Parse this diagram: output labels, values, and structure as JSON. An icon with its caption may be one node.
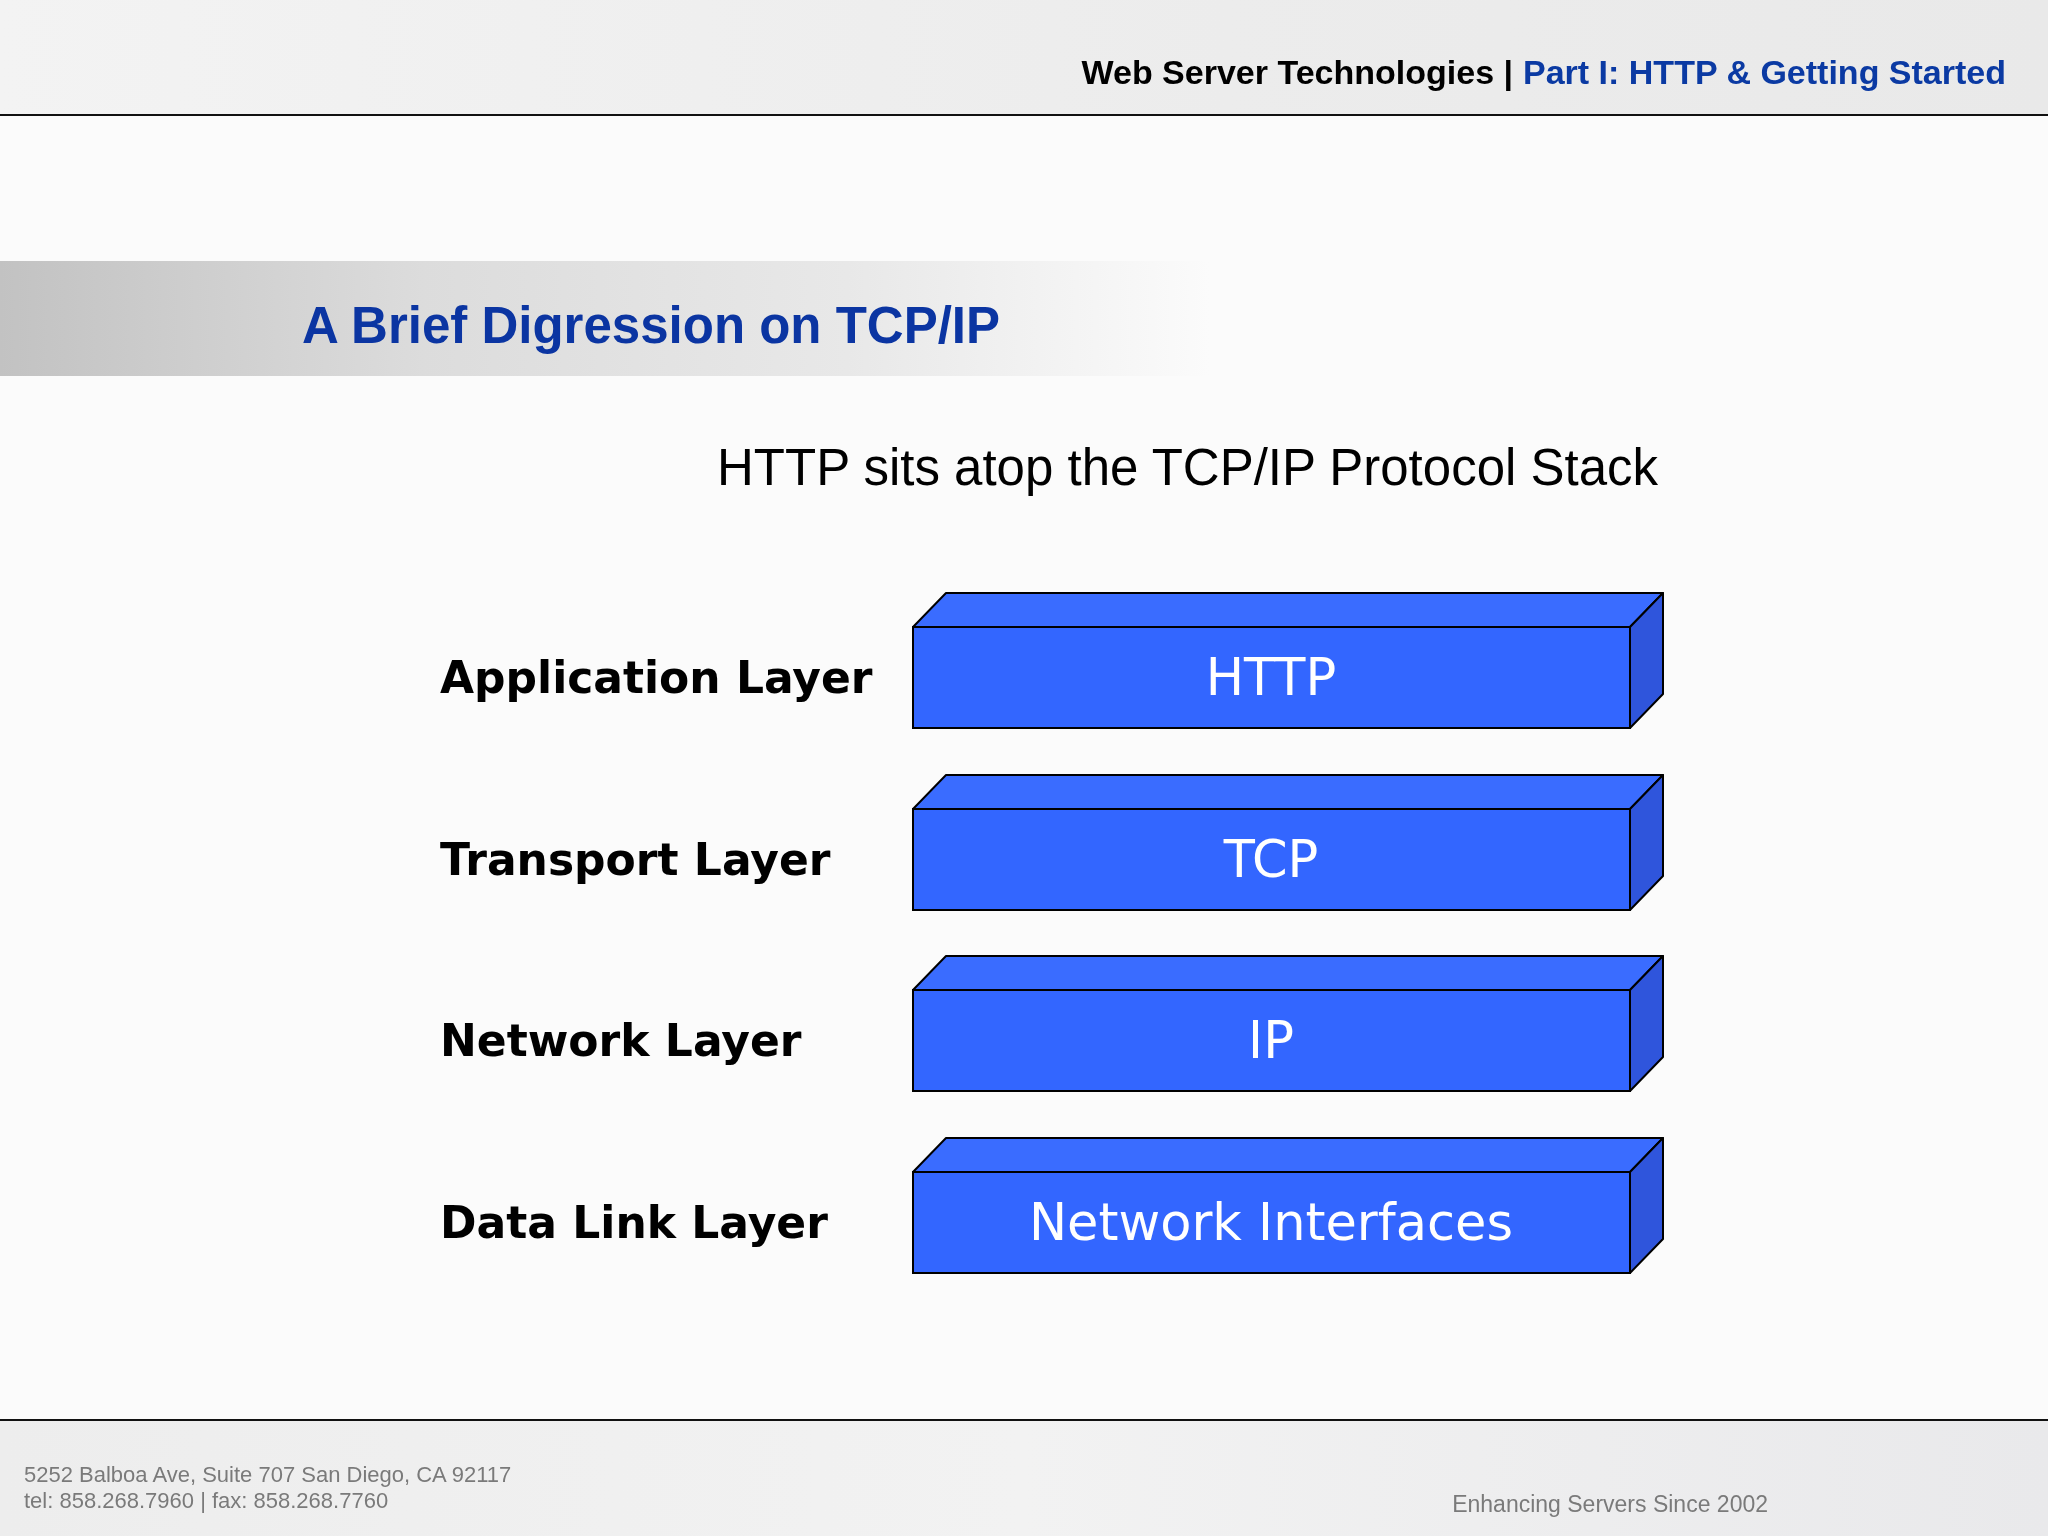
{
  "diagram": {
    "title": "A Brief Digression on TCP/IP",
    "nodes": [
      {
        "text": [
          "HTTP"
        ],
        "beside": [
          "Application Layer"
        ]
      },
      {
        "text": [
          "TCP"
        ],
        "beside": [
          "Transport Layer"
        ]
      },
      {
        "text": [
          "IP"
        ],
        "beside": [
          "Network Layer"
        ]
      },
      {
        "text": [
          "Network Interfaces"
        ],
        "beside": [
          "Data Link Layer"
        ]
      }
    ],
    "labels": [
      "Web Server Technologies |",
      "Part I: HTTP & Getting Started",
      "HTTP sits atop the TCP/IP Protocol Stack",
      "5252 Balboa Ave, Suite 707 San Diego, CA 92117",
      "tel: 858.268.7960 | fax: 858.268.7760",
      "Enhancing Servers Since 2002"
    ]
  }
}
